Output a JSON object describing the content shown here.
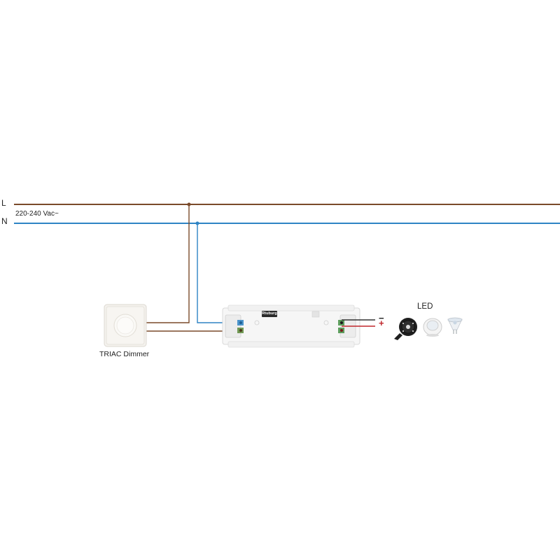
{
  "labels": {
    "live": "L",
    "neutral": "N",
    "voltage": "220-240 Vac~",
    "dimmer": "TRIAC Dimmer",
    "led": "LED",
    "minus": "−",
    "plus": "+",
    "brand": "Rtuburg"
  },
  "colors": {
    "live_wire": "#7a4a2a",
    "neutral_wire": "#2e84c4",
    "positive_wire": "#c0272d",
    "negative_wire": "#333333",
    "minus_sign": "#222222",
    "plus_sign": "#c0272d",
    "device_body": "#f6f6f6",
    "device_outline": "#d9d9d9"
  },
  "icons": {
    "dimmer": "rotary-dimmer-switch-icon",
    "driver": "led-driver-module-icon",
    "led_strip": "led-strip-reel-icon",
    "downlight": "led-downlight-icon",
    "spot": "mr16-spot-bulb-icon"
  }
}
